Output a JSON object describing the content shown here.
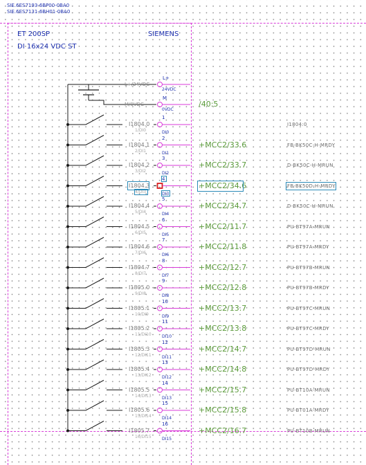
{
  "order_numbers": [
    "SIE.6ES7193-6BP00-0BA0",
    "SIE.6ES7131-6BH01-0BA0"
  ],
  "module": {
    "name": "ET 200SP",
    "type": "DI 16x24 VDC ST",
    "manufacturer": "SIEMENS"
  },
  "supply": [
    {
      "address": "L+/24VDC",
      "terminal": "L+",
      "rating": "24VDC"
    },
    {
      "address": "M/0VDC",
      "terminal": "M",
      "rating": "0VDC",
      "xref": "/40:5"
    }
  ],
  "group_label": "I1804:0",
  "selected_row": 3,
  "colors": {
    "wire": "#1a1a1a",
    "terminal": "#d83ad8",
    "xref": "#5a9a3a",
    "text": "#1c2fae",
    "selection": "#2a8ab8",
    "selected_terminal": "#d81e1e"
  },
  "channels": [
    {
      "address": "I1804.0",
      "sub": "1/DI0",
      "terminal": "1",
      "di": "DI0",
      "xref": "",
      "symbol": ""
    },
    {
      "address": "I1804.1",
      "sub": "2/DI1",
      "terminal": "2",
      "di": "DI1",
      "xref": "+MCC2/33.6",
      "symbol": "FB-BK50C-H-MRDY"
    },
    {
      "address": "I1804.2",
      "sub": "3/DI2",
      "terminal": "3",
      "di": "DI2",
      "xref": "+MCC2/33.7",
      "symbol": "D-BK50C-H-MRUN"
    },
    {
      "address": "I1804.3",
      "sub": "4/DI3",
      "terminal": "4",
      "di": "DI3",
      "xref": "+MCC2/34.6",
      "symbol": "FB-BK50D-H-MRDY"
    },
    {
      "address": "I1804.4",
      "sub": "5/DI4",
      "terminal": "5",
      "di": "DI4",
      "xref": "+MCC2/34.7",
      "symbol": "D-BK50C-H-MRUN"
    },
    {
      "address": "I1804.5",
      "sub": "6/DI5",
      "terminal": "6",
      "di": "DI5",
      "xref": "+MCC2/11.7",
      "symbol": "PU-BT97A-MRUN"
    },
    {
      "address": "I1804.6",
      "sub": "7/DI6",
      "terminal": "7",
      "di": "DI6",
      "xref": "+MCC2/11.8",
      "symbol": "PU-BT97A-MRDY"
    },
    {
      "address": "I1804.7",
      "sub": "8/DI7",
      "terminal": "8",
      "di": "DI7",
      "xref": "+MCC2/12.7",
      "symbol": "PU-BT97B-MRUN"
    },
    {
      "address": "I1805.0",
      "sub": "9/DI8",
      "terminal": "9",
      "di": "DI8",
      "xref": "+MCC2/12.8",
      "symbol": "PU-BT97B-MRDY"
    },
    {
      "address": "I1805.1",
      "sub": "10/DI9",
      "terminal": "10",
      "di": "DI9",
      "xref": "+MCC2/13.7",
      "symbol": "PU-BT97C-MRUN"
    },
    {
      "address": "I1805.2",
      "sub": "11/DI10",
      "terminal": "11",
      "di": "DI10",
      "xref": "+MCC2/13.8",
      "symbol": "PU-BT97C-MRDY"
    },
    {
      "address": "I1805.3",
      "sub": "12/DI11",
      "terminal": "12",
      "di": "DI11",
      "xref": "+MCC2/14.7",
      "symbol": "PU-BT97D-MRUN"
    },
    {
      "address": "I1805.4",
      "sub": "13/DI12",
      "terminal": "13",
      "di": "DI12",
      "xref": "+MCC2/14.8",
      "symbol": "PU-BT97D-MRDY"
    },
    {
      "address": "I1805.5",
      "sub": "14/DI13",
      "terminal": "14",
      "di": "DI13",
      "xref": "+MCC2/15.7",
      "symbol": "PU-BT10A-MRUN"
    },
    {
      "address": "I1805.6",
      "sub": "15/DI14",
      "terminal": "15",
      "di": "DI14",
      "xref": "+MCC2/15.8",
      "symbol": "PU-BT01A-MRDY"
    },
    {
      "address": "I1805.7",
      "sub": "16/DI15",
      "terminal": "16",
      "di": "DI15",
      "xref": "+MCC2/16.7",
      "symbol": "PU-BT10B-MRUN"
    }
  ]
}
